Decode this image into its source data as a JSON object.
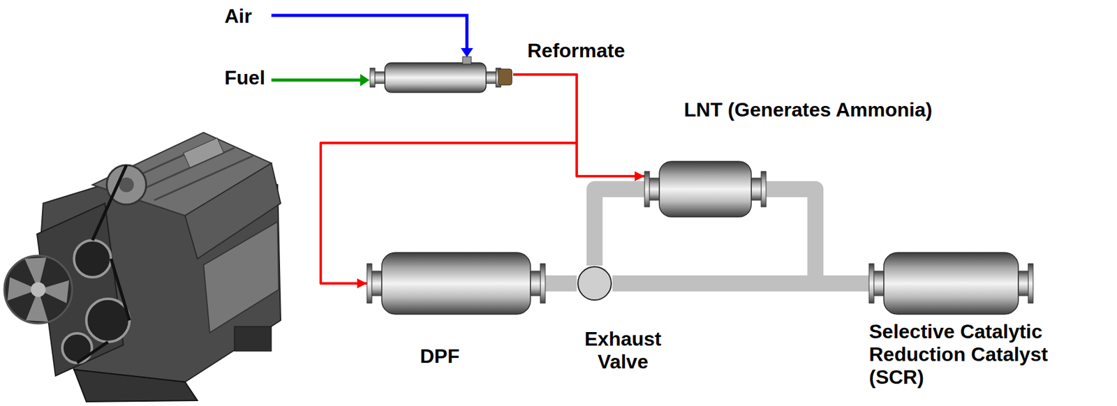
{
  "diagram": {
    "nodes": [
      {
        "text": [
          "Reformate"
        ]
      },
      {
        "text": [
          "LNT (Generates Ammonia)"
        ]
      },
      {
        "text": [
          "DPF"
        ]
      },
      {
        "text": [
          "Exhaust Valve"
        ]
      },
      {
        "text": [
          "Selective Catalytic Reduction Catalyst (SCR)"
        ]
      }
    ],
    "edges": [
      {
        "from": 0,
        "to": 1,
        "arrow": "to"
      },
      {
        "from": 0,
        "to": 2,
        "arrow": "to"
      },
      {
        "from": 2,
        "to": 3,
        "arrow": "none"
      },
      {
        "from": 3,
        "to": 1,
        "arrow": "none"
      },
      {
        "from": 3,
        "to": 4,
        "arrow": "none"
      },
      {
        "from": 1,
        "to": 4,
        "arrow": "none"
      }
    ],
    "labels": [
      "Air",
      "Fuel"
    ]
  }
}
